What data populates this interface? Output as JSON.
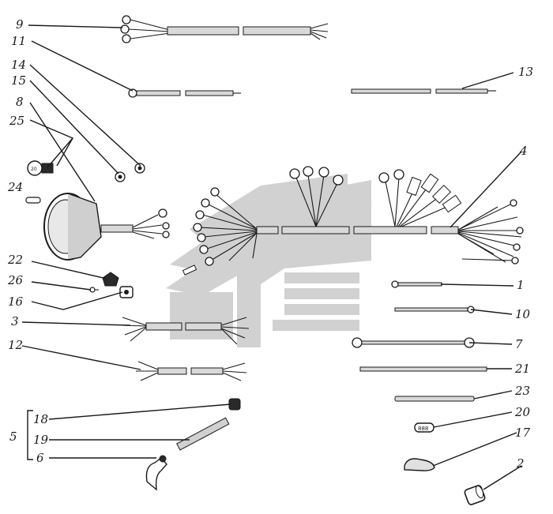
{
  "labels": {
    "l9": "9",
    "l11": "11",
    "l14": "14",
    "l15": "15",
    "l8": "8",
    "l25": "25",
    "l24": "24",
    "l22": "22",
    "l26": "26",
    "l16": "16",
    "l3": "3",
    "l12": "12",
    "l5": "5",
    "l18": "18",
    "l19": "19",
    "l6": "6",
    "l13": "13",
    "l4": "4",
    "l1": "1",
    "l10": "10",
    "l7": "7",
    "l21": "21",
    "l23": "23",
    "l20": "20",
    "l17": "17",
    "l2": "2"
  },
  "colors": {
    "ink": "#1a1a1a",
    "watermark": "#c8c8c8",
    "background": "#ffffff"
  },
  "icons": {
    "watermark": "publisher-logo-watermark",
    "lamp": "bulb-icon",
    "speedometer": "instrument-gauge-icon"
  }
}
